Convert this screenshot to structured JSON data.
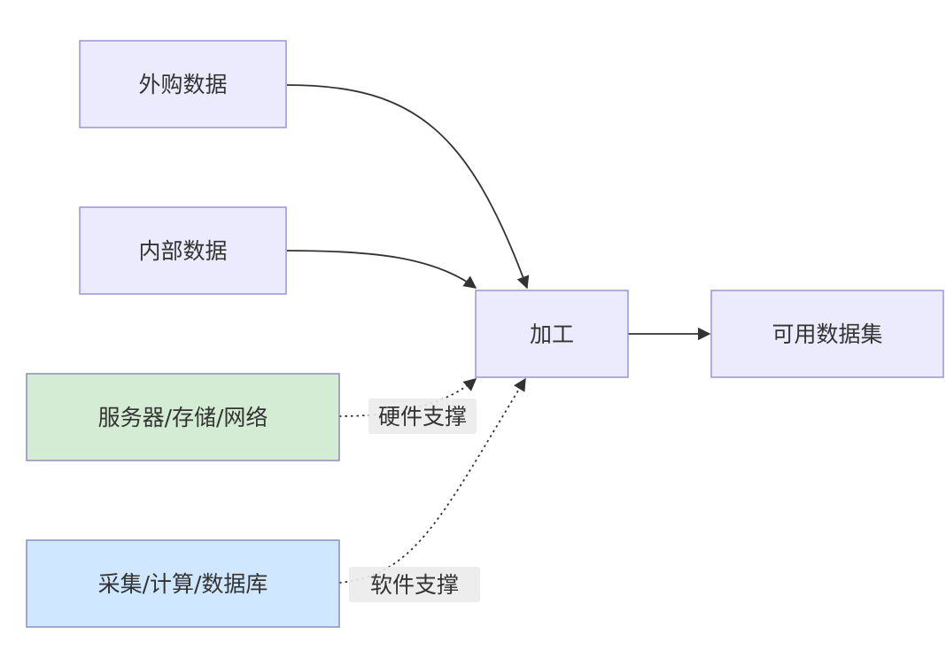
{
  "colors": {
    "default_fill": "#ecebfd",
    "default_stroke": "#9b94d5",
    "hardware_fill": "#d5ecd4",
    "hardware_stroke": "#8a8db8",
    "software_fill": "#cfe7ff",
    "software_stroke": "#8a8db8",
    "edge": "#333333"
  },
  "nodes": {
    "external": "外购数据",
    "internal": "内部数据",
    "process": "加工",
    "output": "可用数据集",
    "hardware": "服务器/存储/网络",
    "software": "采集/计算/数据库"
  },
  "edges": [
    {
      "from": "外购数据",
      "to": "加工",
      "style": "solid"
    },
    {
      "from": "内部数据",
      "to": "加工",
      "style": "solid"
    },
    {
      "from": "加工",
      "to": "可用数据集",
      "style": "solid"
    },
    {
      "from": "服务器/存储/网络",
      "to": "加工",
      "style": "dotted",
      "label": "硬件支撑"
    },
    {
      "from": "采集/计算/数据库",
      "to": "加工",
      "style": "dotted",
      "label": "软件支撑"
    }
  ],
  "edge_labels": {
    "hardware": "硬件支撑",
    "software": "软件支撑"
  }
}
